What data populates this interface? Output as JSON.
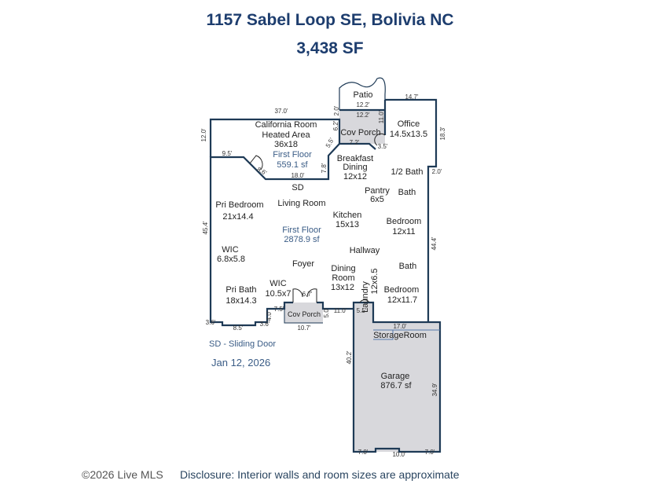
{
  "header": {
    "address": "1157 Sabel Loop SE, Bolivia NC",
    "total_sf": "3,438 SF"
  },
  "rooms": {
    "patio": "Patio",
    "cov_porch_top": "Cov Porch",
    "california": "California Room",
    "heated": "Heated Area",
    "california_size": "36x18",
    "first_floor_a": "First Floor",
    "first_floor_a_sf": "559.1 sf",
    "office": "Office",
    "office_size": "14.5x13.5",
    "breakfast": "Breakfast",
    "breakfast2": "Dining",
    "breakfast_size": "12x12",
    "half_bath": "1/2 Bath",
    "sd": "SD",
    "pantry": "Pantry",
    "pantry_size": "6x5",
    "bath1": "Bath",
    "pri_bedroom": "Pri Bedroom",
    "pri_bedroom_size": "21x14.4",
    "living": "Living Room",
    "kitchen": "Kitchen",
    "kitchen_size": "15x13",
    "bedroom1": "Bedroom",
    "bedroom1_size": "12x11",
    "first_floor_b": "First Floor",
    "first_floor_b_sf": "2878.9 sf",
    "wic1": "WIC",
    "wic1_size": "6.8x5.8",
    "hallway": "Hallway",
    "foyer": "Foyer",
    "bath2": "Bath",
    "dining": "Dining",
    "dining2": "Room",
    "dining_size": "13x12",
    "laundry": "Laundry",
    "laundry_size": "12x6.5",
    "wic2": "WIC",
    "wic2_size": "10.5x7",
    "pri_bath": "Pri Bath",
    "pri_bath_size": "18x14.3",
    "bedroom2": "Bedroom",
    "bedroom2_size": "12x11.7",
    "cov_porch_front": "Cov Porch",
    "storage": "StorageRoom",
    "garage": "Garage",
    "garage_sf": "876.7 sf"
  },
  "dims": [
    "12.2'",
    "12.2'",
    "2.0'",
    "14.7'",
    "37.0'",
    "6.2'",
    "11.0'",
    "12.0'",
    "18.3'",
    "7.2'",
    "3.5'",
    "5.5'",
    "9.5'",
    "7.8'",
    "18.0'",
    "2.0'",
    "8.6'",
    "45.4'",
    "44.4'",
    "6.7'",
    "7.5'",
    "4.0'",
    "5.0'",
    "11.0'",
    "5.5'",
    "3.6'",
    "8.5'",
    "3.6'",
    "10.7'",
    "17.0'",
    "40.2'",
    "34.9'",
    "7.0'",
    "10.0'",
    "7.0'"
  ],
  "notes": {
    "legend": "SD - Sliding Door",
    "date": "Jan 12, 2026",
    "disclaimer": "Disclosure: Interior walls and room sizes are approximate",
    "copyright": "©2026 Live MLS"
  }
}
